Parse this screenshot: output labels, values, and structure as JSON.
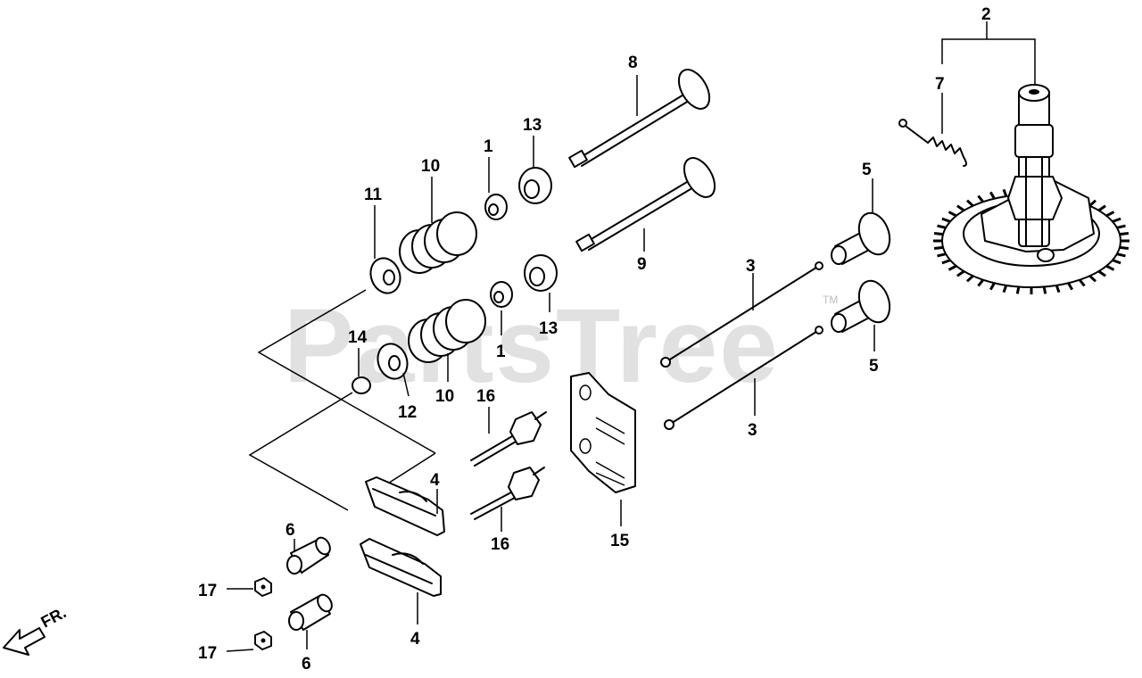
{
  "watermark": {
    "text": "PartsTree",
    "trademark": "TM"
  },
  "direction_indicator": {
    "text": "FR."
  },
  "callouts": {
    "c1a": "1",
    "c1b": "1",
    "c2": "2",
    "c3a": "3",
    "c3b": "3",
    "c4a": "4",
    "c4b": "4",
    "c5a": "5",
    "c5b": "5",
    "c6a": "6",
    "c6b": "6",
    "c7": "7",
    "c8": "8",
    "c9": "9",
    "c10a": "10",
    "c10b": "10",
    "c11": "11",
    "c12": "12",
    "c13a": "13",
    "c13b": "13",
    "c14": "14",
    "c15": "15",
    "c16a": "16",
    "c16b": "16",
    "c17a": "17",
    "c17b": "17"
  }
}
